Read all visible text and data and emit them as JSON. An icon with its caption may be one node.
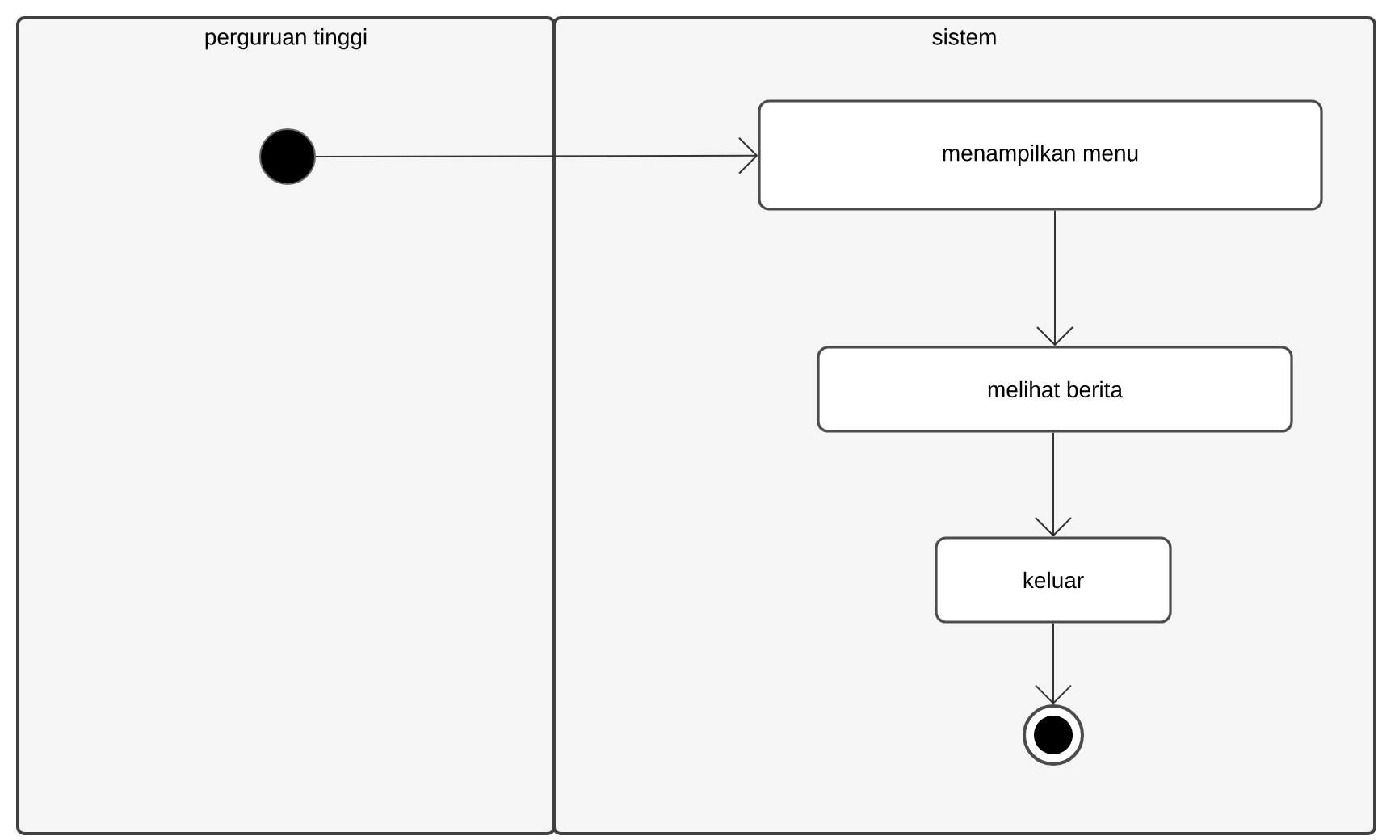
{
  "diagram": {
    "nodes": [
      {
        "text": [
          "perguruan tinggi"
        ]
      },
      {
        "text": [
          "sistem"
        ]
      },
      {
        "text": [],
        "shape": "circle",
        "in": 0
      },
      {
        "text": [
          "menampilkan menu"
        ],
        "in": 1
      },
      {
        "text": [
          "melihat berita"
        ],
        "in": 1
      },
      {
        "text": [
          "keluar"
        ],
        "in": 1
      },
      {
        "text": [],
        "shape": "bullseye",
        "in": 1
      }
    ],
    "edges": [
      {
        "from": 2,
        "to": 3,
        "arrow": "to"
      },
      {
        "from": 3,
        "to": 4,
        "arrow": "to"
      },
      {
        "from": 4,
        "to": 5,
        "arrow": "to"
      },
      {
        "from": 5,
        "to": 6,
        "arrow": "to"
      }
    ]
  }
}
